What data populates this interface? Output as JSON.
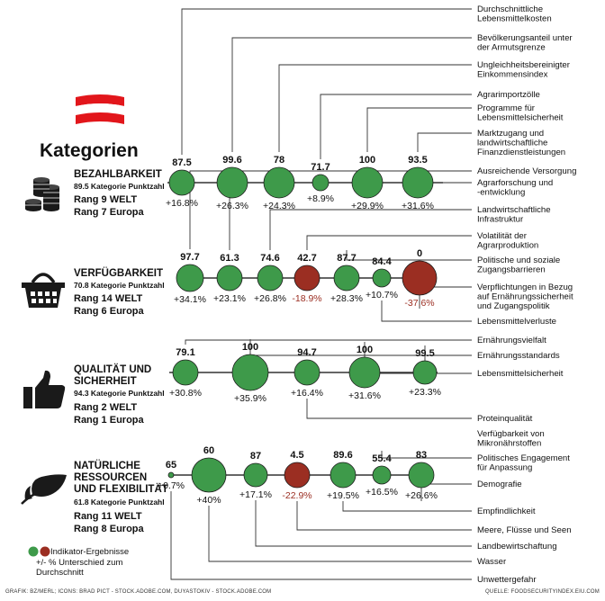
{
  "heading": "Kategorien",
  "colors": {
    "green": "#3e9a4a",
    "red": "#9b2e22",
    "line": "#333333",
    "flag_red": "#e2161b"
  },
  "categories": [
    {
      "name": "BEZAHLBARKEIT",
      "score_text": "89.5 Kategorie Punktzahl",
      "rank_world": "Rang 9 WELT",
      "rank_europe": "Rang 7 Europa",
      "icon": "coins-icon",
      "indicators": [
        {
          "value": "87.5",
          "diff": "+16.8%",
          "status": "positive"
        },
        {
          "value": "99.6",
          "diff": "+26.3%",
          "status": "positive"
        },
        {
          "value": "78",
          "diff": "+24.3%",
          "status": "positive"
        },
        {
          "value": "71.7",
          "diff": "+8.9%",
          "status": "positive"
        },
        {
          "value": "100",
          "diff": "+29.9%",
          "status": "positive"
        },
        {
          "value": "93.5",
          "diff": "+31.6%",
          "status": "positive"
        }
      ]
    },
    {
      "name": "VERFÜGBARKEIT",
      "score_text": "70.8 Kategorie Punktzahl",
      "rank_world": "Rang 14 WELT",
      "rank_europe": "Rang 6 Europa",
      "icon": "shopping-basket-icon",
      "indicators": [
        {
          "value": "97.7",
          "diff": "+34.1%",
          "status": "positive"
        },
        {
          "value": "61.3",
          "diff": "+23.1%",
          "status": "positive"
        },
        {
          "value": "74.6",
          "diff": "+26.8%",
          "status": "positive"
        },
        {
          "value": "42.7",
          "diff": "-18.9%",
          "status": "negative"
        },
        {
          "value": "87.7",
          "diff": "+28.3%",
          "status": "positive"
        },
        {
          "value": "84.4",
          "diff": "+10.7%",
          "status": "positive"
        },
        {
          "value": "0",
          "diff": "-37.6%",
          "status": "negative"
        }
      ]
    },
    {
      "name": "QUALITÄT UND\nSICHERHEIT",
      "score_text": "94.3 Kategorie Punktzahl",
      "rank_world": "Rang 2 WELT",
      "rank_europe": "Rang 1 Europa",
      "icon": "thumbs-up-icon",
      "indicators": [
        {
          "value": "79.1",
          "diff": "+30.8%",
          "status": "positive"
        },
        {
          "value": "100",
          "diff": "+35.9%",
          "status": "positive"
        },
        {
          "value": "94.7",
          "diff": "+16.4%",
          "status": "positive"
        },
        {
          "value": "100",
          "diff": "+31.6%",
          "status": "positive"
        },
        {
          "value": "99.5",
          "diff": "+23.3%",
          "status": "positive"
        }
      ]
    },
    {
      "name": "NATÜRLICHE\nRESSOURCEN\nUND FLEXIBILITÄT",
      "score_text": "61.8 Kategorie Punktzahl",
      "rank_world": "Rang 11 WELT",
      "rank_europe": "Rang 8 Europa",
      "icon": "leaf-icon",
      "indicators": [
        {
          "value": "65",
          "diff": "+0.7%",
          "status": "positive"
        },
        {
          "value": "60",
          "diff": "+40%",
          "status": "positive"
        },
        {
          "value": "87",
          "diff": "+17.1%",
          "status": "positive"
        },
        {
          "value": "4.5",
          "diff": "-22.9%",
          "status": "negative"
        },
        {
          "value": "89.6",
          "diff": "+19.5%",
          "status": "positive"
        },
        {
          "value": "55.4",
          "diff": "+16.5%",
          "status": "positive"
        },
        {
          "value": "83",
          "diff": "+26.6%",
          "status": "positive"
        }
      ]
    }
  ],
  "labels": [
    "Durchschnittliche\nLebensmittelkosten",
    "Bevölkerungsanteil unter\nder Armutsgrenze",
    "Ungleichheitsbereinigter\nEinkommensindex",
    "Agrarimportzölle",
    "Programme für\nLebensmittelsicherheit",
    "Marktzugang und\nlandwirtschaftliche\nFinanzdienstleistungen",
    "Ausreichende Versorgung",
    "Agrarforschung und\n-entwicklung",
    "Landwirtschaftliche\nInfrastruktur",
    "Volatilität der\nAgrarproduktion",
    "Politische und soziale\nZugangsbarrieren",
    "Verpflichtungen in Bezug\nauf Ernährungssicherheit\nund Zugangspolitik",
    "Lebensmittelverluste",
    "Ernährungsvielfalt",
    "Ernährungsstandards",
    "Lebensmittelsicherheit",
    "Proteinqualität",
    "Verfügbarkeit von\nMikronährstoffen",
    "Politisches Engagement\nfür Anpassung",
    "Demografie",
    "Empfindlichkeit",
    "Meere, Flüsse und Seen",
    "Landbewirtschaftung",
    "Wasser",
    "Unwettergefahr"
  ],
  "legend": {
    "green_label": "Indikator-Ergebnisse",
    "red_label": "",
    "diff_label": "+/- % Unterschied zum\nDurchschnitt"
  },
  "footer": {
    "credit": "GRAFIK: BZ/MERL; ICONS: BRAD PICT - STOCK.ADOBE.COM, DUYASTOKIV - STOCK.ADOBE.COM",
    "source": "QUELLE: FOODSECURITYINDEX.EIU.COM"
  }
}
